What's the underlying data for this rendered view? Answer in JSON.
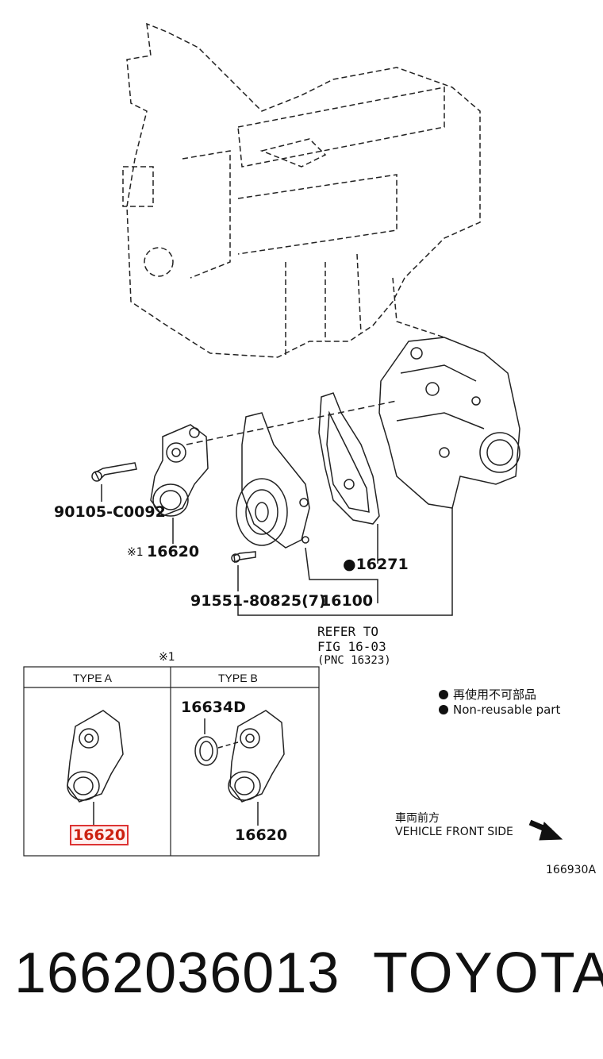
{
  "diagram": {
    "callouts": {
      "bolt_1": "90105-C0092",
      "tensioner_note_mark": "※1",
      "tensioner": "16620",
      "gasket_mark": "●16271",
      "bolt_2": "91551-80825(7)",
      "water_pump": "16100",
      "refer_line1": "REFER TO",
      "refer_line2": "FIG 16-03",
      "refer_line3": "(PNC 16323)"
    },
    "type_box": {
      "note_mark": "※1",
      "type_a_header": "TYPE A",
      "type_b_header": "TYPE B",
      "type_a_part": "16620",
      "type_b_seal": "16634D",
      "type_b_part": "16620"
    },
    "legend": {
      "line1": "再使用不可部品",
      "line2": "Non-reusable part"
    },
    "direction": {
      "jp": "車両前方",
      "en": "VEHICLE FRONT SIDE"
    },
    "figure_id": "166930A"
  },
  "footer": {
    "part_number": "1662036013",
    "brand": "TOYOTA"
  }
}
